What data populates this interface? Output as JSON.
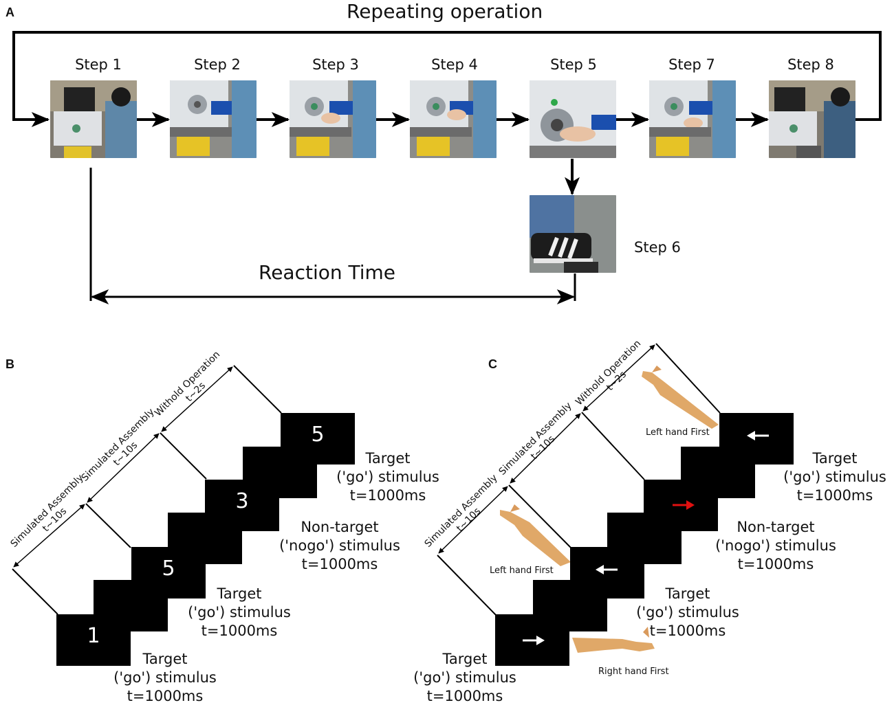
{
  "panel_a": {
    "letter": "A",
    "repeat_label": "Repeating operation",
    "steps": [
      "Step 1",
      "Step 2",
      "Step 3",
      "Step 4",
      "Step 5",
      "Step 7",
      "Step 8"
    ],
    "step6_label": "Step 6",
    "reaction_label": "Reaction Time"
  },
  "panel_b": {
    "letter": "B",
    "digits": [
      "1",
      "5",
      "3",
      "5"
    ],
    "stimuli": [
      {
        "line1": "Target",
        "line2": "('go') stimulus",
        "line3": "t=1000ms"
      },
      {
        "line1": "Target",
        "line2": "('go') stimulus",
        "line3": "t=1000ms"
      },
      {
        "line1": "Non-target",
        "line2": "('nogo') stimulus",
        "line3": "t=1000ms"
      },
      {
        "line1": "Target",
        "line2": "('go') stimulus",
        "line3": "t=1000ms"
      }
    ],
    "intervals": [
      {
        "name": "Simulated Assembly",
        "time": "t~10s"
      },
      {
        "name": "Simulated Assembly",
        "time": "t~10s"
      },
      {
        "name": "Withold Operation",
        "time": "t~2s"
      }
    ]
  },
  "panel_c": {
    "letter": "C",
    "stimuli": [
      {
        "line1": "Target",
        "line2": "('go') stimulus",
        "line3": "t=1000ms"
      },
      {
        "line1": "Target",
        "line2": "('go') stimulus",
        "line3": "t=1000ms"
      },
      {
        "line1": "Non-target",
        "line2": "('nogo') stimulus",
        "line3": "t=1000ms"
      },
      {
        "line1": "Target",
        "line2": "('go') stimulus",
        "line3": "t=1000ms"
      }
    ],
    "intervals": [
      {
        "name": "Simulated Assembly",
        "time": "t~10s"
      },
      {
        "name": "Simulated Assembly",
        "time": "t~10s"
      },
      {
        "name": "Withold Operation",
        "time": "t~2s"
      }
    ],
    "hand_captions": [
      "Right hand First",
      "Left hand First",
      "Left hand First"
    ],
    "arrow_colors": {
      "white": "#ffffff",
      "red": "#e01010"
    }
  }
}
